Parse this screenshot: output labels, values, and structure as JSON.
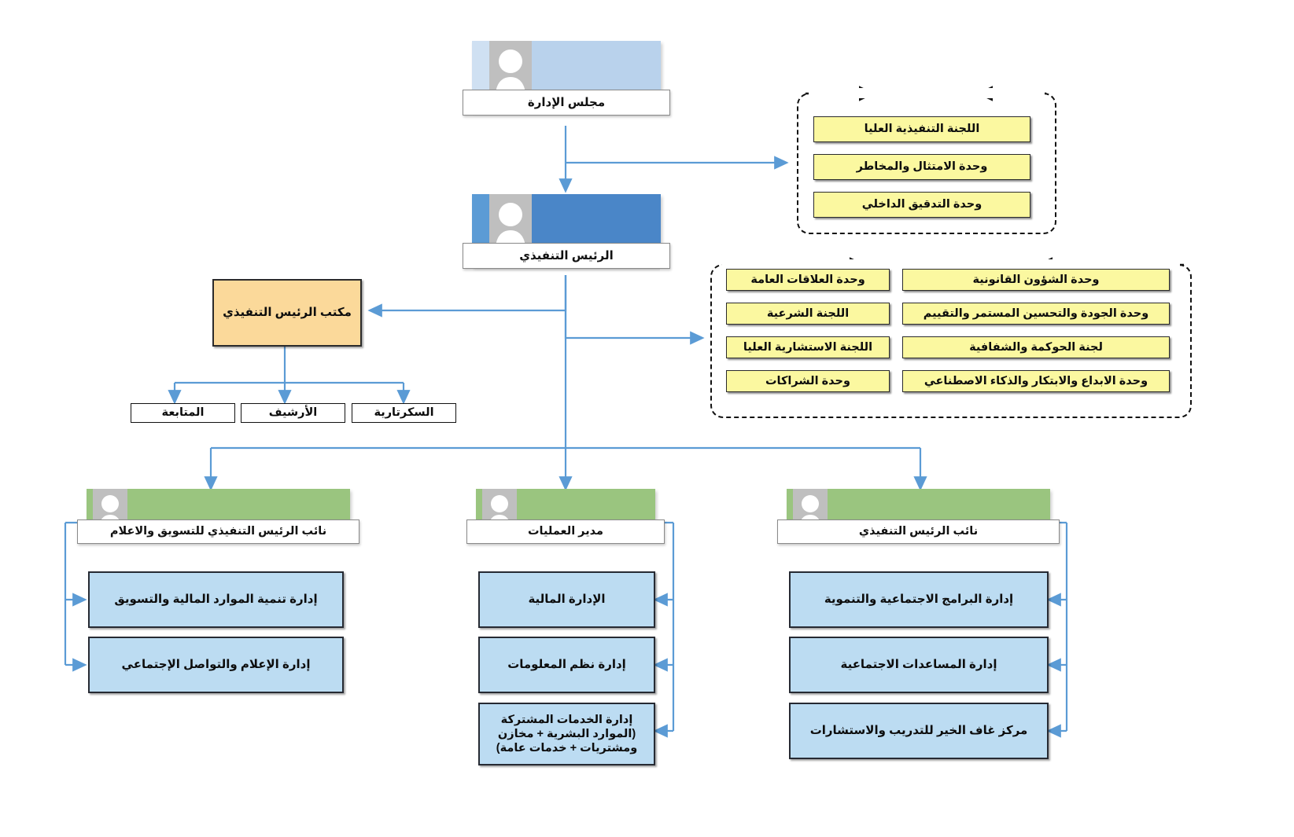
{
  "meta": {
    "title": "الهيكل التنظيمي",
    "colors": {
      "board_band": "#b9d2ec",
      "ceo_band": "#4a86c8",
      "vp_band": "#9ac57f",
      "yellow_box": "#fbf8a0",
      "blue_box": "#bcdcf2",
      "orange_box": "#fbd99a",
      "connector": "#5b9bd5",
      "dashed_border": "#111111"
    }
  },
  "nodes": {
    "board": {
      "label": "مجلس الإدارة",
      "icon": "person-avatar-icon"
    },
    "ceo": {
      "label": "الرئيس التنفيذي",
      "icon": "person-avatar-icon"
    },
    "ceo_office": {
      "label": "مكتب الرئيس التنفيذي"
    }
  },
  "ceo_office_children": [
    {
      "label": "السكرتارية"
    },
    {
      "label": "الأرشيف"
    },
    {
      "label": "المتابعة"
    }
  ],
  "board_staff_group": {
    "items": [
      {
        "label": "اللجنة التنفيذية العليا"
      },
      {
        "label": "وحدة الامتثال والمخاطر"
      },
      {
        "label": "وحدة التدقيق الداخلي"
      }
    ]
  },
  "ceo_staff_group": {
    "right_column": [
      {
        "label": "وحدة الشؤون القانونية"
      },
      {
        "label": "وحدة الجودة والتحسين المستمر والتقييم"
      },
      {
        "label": "لجنة الحوكمة والشفافية"
      },
      {
        "label": "وحدة الابداع والابتكار والذكاء الاصطناعي"
      }
    ],
    "left_column": [
      {
        "label": "وحدة العلاقات العامة"
      },
      {
        "label": "اللجنة الشرعية"
      },
      {
        "label": "اللجنة الاستشارية العليا"
      },
      {
        "label": "وحدة الشراكات"
      }
    ]
  },
  "divisions": [
    {
      "id": "vp-deputy-ceo",
      "head": {
        "label": "نائب الرئيس التنفيذي",
        "icon": "person-avatar-icon"
      },
      "units": [
        {
          "label": "إدارة البرامج الاجتماعية والتنموية"
        },
        {
          "label": "إدارة المساعدات الاجتماعية"
        },
        {
          "label": "مركز غاف الخير للتدريب والاستشارات"
        }
      ]
    },
    {
      "id": "operations-manager",
      "head": {
        "label": "مدير العمليات",
        "icon": "person-avatar-icon"
      },
      "units": [
        {
          "label": "الإدارة المالية"
        },
        {
          "label": "إدارة نظم المعلومات"
        },
        {
          "label": "إدارة الخدمات المشتركة\n(الموارد البشرية + مخازن\nومشتريات + خدمات عامة)"
        }
      ]
    },
    {
      "id": "vp-marketing-media",
      "head": {
        "label": "نائب الرئيس التنفيذي للتسويق والاعلام",
        "icon": "person-avatar-icon"
      },
      "units": [
        {
          "label": "إدارة تنمية الموارد المالية والتسويق"
        },
        {
          "label": "إدارة الإعلام والتواصل الإجتماعي"
        }
      ]
    }
  ]
}
